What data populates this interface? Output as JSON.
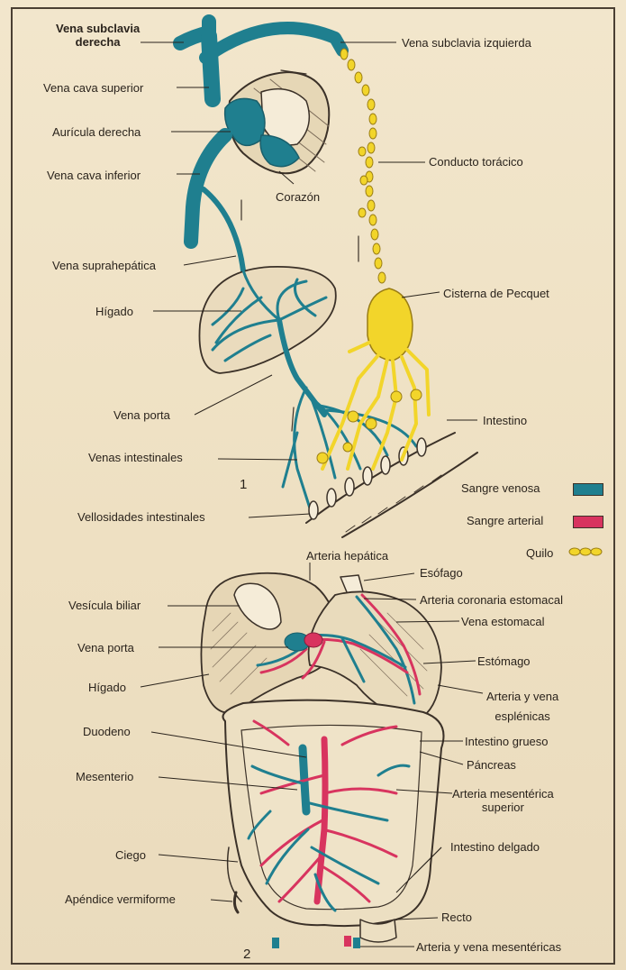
{
  "figure1": {
    "number": "1",
    "labels": {
      "vena_subclavia_derecha": "Vena subclavia\nderecha",
      "vena_cava_superior": "Vena cava superior",
      "auricula_derecha": "Aurícula derecha",
      "vena_cava_inferior": "Vena cava inferior",
      "corazon": "Corazón",
      "vena_suprahepatica": "Vena suprahepática",
      "higado": "Hígado",
      "vena_porta": "Vena porta",
      "venas_intestinales": "Venas intestinales",
      "vellosidades_intestinales": "Vellosidades intestinales",
      "vena_subclavia_izquierda": "Vena subclavia izquierda",
      "conducto_toracico": "Conducto torácico",
      "cisterna_pecquet": "Cisterna de Pecquet",
      "intestino": "Intestino"
    }
  },
  "legend": {
    "items": [
      {
        "label": "Sangre venosa",
        "color": "#1f7f8f",
        "kind": "swatch"
      },
      {
        "label": "Sangre arterial",
        "color": "#d8345f",
        "kind": "swatch"
      },
      {
        "label": "Quilo",
        "color": "#f2d52a",
        "kind": "chain"
      }
    ]
  },
  "figure2": {
    "number": "2",
    "labels": {
      "arteria_hepatica": "Arteria hepática",
      "esofago": "Esófago",
      "vesicula_biliar": "Vesícula biliar",
      "arteria_coronaria": "Arteria coronaria estomacal",
      "vena_estomacal": "Vena estomacal",
      "vena_porta": "Vena porta",
      "estomago": "Estómago",
      "higado": "Hígado",
      "arteria_vena_esplenicas": "Arteria y vena\nesplénicas",
      "duodeno": "Duodeno",
      "intestino_grueso": "Intestino grueso",
      "pancreas": "Páncreas",
      "mesenterio": "Mesenterio",
      "arteria_mesenterica_superior": "Arteria mesentérica\nsuperior",
      "ciego": "Ciego",
      "intestino_delgado": "Intestino delgado",
      "apendice": "Apéndice vermiforme",
      "recto": "Recto",
      "arteria_vena_mesentericas": "Arteria y vena mesentéricas"
    }
  },
  "colors": {
    "venous": "#1f7f8f",
    "arterial": "#d8345f",
    "chyle": "#f2d52a",
    "ink": "#2a231c",
    "paper": "#efe3c8"
  }
}
